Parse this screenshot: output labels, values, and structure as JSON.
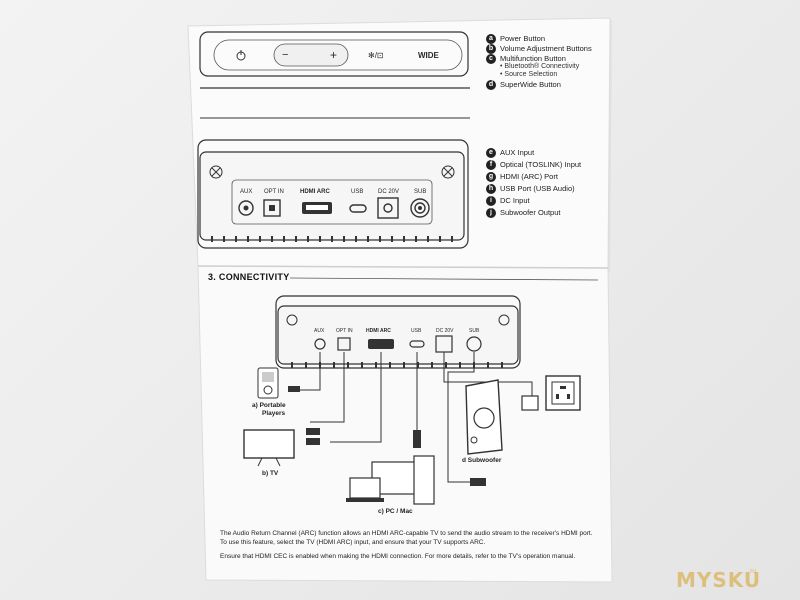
{
  "colors": {
    "background": "#ececec",
    "paper": "#fbfbfb",
    "ink": "#222222",
    "watermark": "#d7a028"
  },
  "top_panel": {
    "vol_minus": "−",
    "vol_plus": "+",
    "bt_source": "✻/⊡",
    "wide": "WIDE"
  },
  "legend_top": [
    {
      "letter": "a",
      "text": "Power Button"
    },
    {
      "letter": "b",
      "text": "Volume Adjustment Buttons"
    },
    {
      "letter": "c",
      "text": "Multifunction Button"
    },
    {
      "letter": "d",
      "text": "SuperWide Button"
    }
  ],
  "multifunction_subitems": [
    "• Bluetooth® Connectivity",
    "• Source Selection"
  ],
  "port_labels": [
    "AUX",
    "OPT IN",
    "HDMI ARC",
    "USB",
    "DC 20V",
    "SUB"
  ],
  "legend_ports": [
    {
      "letter": "e",
      "text": "AUX Input"
    },
    {
      "letter": "f",
      "text": "Optical (TOSLINK) Input"
    },
    {
      "letter": "g",
      "text": "HDMI (ARC) Port"
    },
    {
      "letter": "h",
      "text": "USB Port (USB Audio)"
    },
    {
      "letter": "i",
      "text": "DC Input"
    },
    {
      "letter": "j",
      "text": "Subwoofer Output"
    }
  ],
  "section_title": "3. CONNECTIVITY",
  "devices": {
    "portable": "a) Portable",
    "portable2": "Players",
    "tv": "b) TV",
    "pc": "c) PC / Mac",
    "subwoofer": "d Subwoofer"
  },
  "notes": [
    "The Audio Return Channel (ARC) function allows an HDMI ARC-capable TV to send the audio stream to the receiver's HDMI port.",
    "To use this feature, select the TV (HDMI ARC) input, and ensure that your TV supports ARC.",
    "Ensure that HDMI CEC is enabled when making the HDMI connection. For more details, refer to the TV's operation manual."
  ],
  "watermark": "MYSKU",
  "watermark_sub": ".ru"
}
